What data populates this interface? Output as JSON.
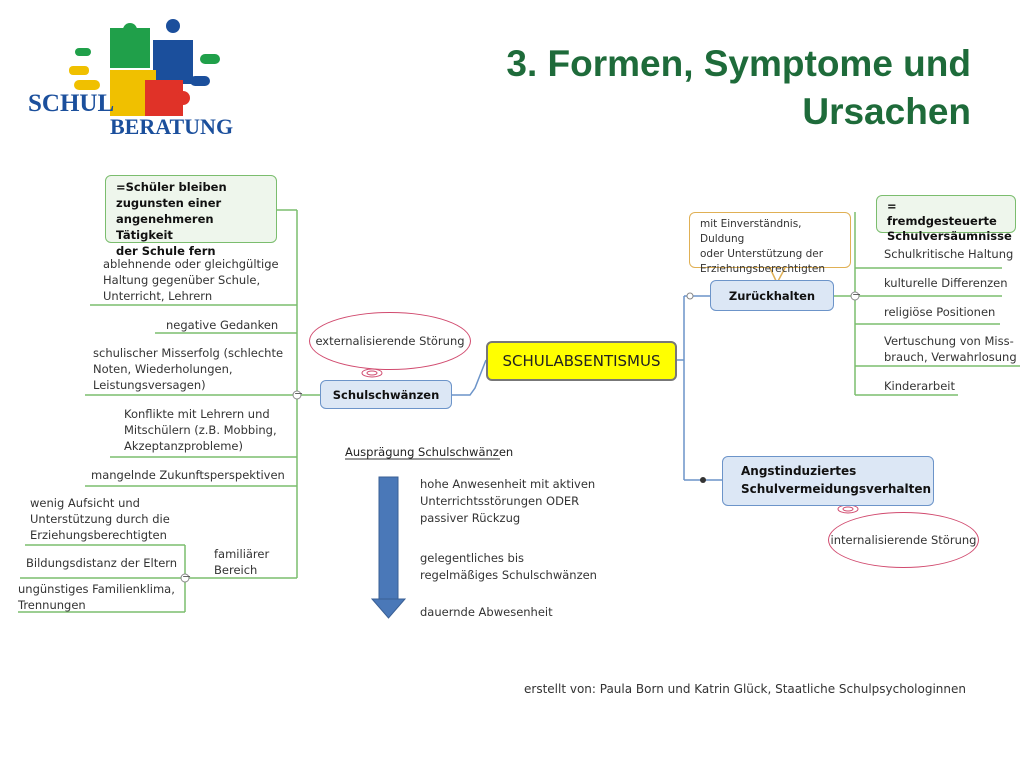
{
  "logo": {
    "line1": "SCHUL",
    "line2": "BERATUNG"
  },
  "title": {
    "line1": "3. Formen, Symptome und",
    "line2": "Ursachen"
  },
  "center": "SCHULABSENTISMUS",
  "schulschwaenzen": {
    "label": "Schulschwänzen",
    "definition": "=Schüler bleiben\nzugunsten einer\nangenehmeren Tätigkeit\nder Schule fern",
    "items": [
      "ablehnende oder gleichgültige\nHaltung gegenüber Schule,\nUnterricht, Lehrern",
      "negative Gedanken",
      "schulischer Misserfolg (schlechte\nNoten, Wiederholungen,\nLeistungsversagen)",
      "Konflikte mit Lehrern und\nMitschülern (z.B. Mobbing,\nAkzeptanzprobleme)",
      "mangelnde Zukunftsperspektiven"
    ],
    "familiar": {
      "label": "familiärer\nBereich",
      "items": [
        "wenig Aufsicht und\nUnterstützung durch die\nErziehungsberechtigten",
        "Bildungsdistanz der Eltern",
        "ungünstiges Familienklima,\nTrennungen"
      ]
    },
    "ellipse": "externalisierende Störung"
  },
  "auspraegung": {
    "heading": "Ausprägung Schulschwänzen",
    "levels": [
      "hohe Anwesenheit mit aktiven\n Unterrichtsstörungen ODER\npassiver Rückzug",
      "gelegentliches bis\nregelmäßiges Schulschwänzen",
      "dauernde Abwesenheit"
    ]
  },
  "zurueckhalten": {
    "label": "Zurückhalten",
    "note": "mit Einverständnis, Duldung\noder Unterstützung der\nErziehungsberechtigten",
    "definition": "= fremdgesteuerte\nSchulversäumnisse",
    "items": [
      "Schulkritische Haltung",
      "kulturelle Differenzen",
      "religiöse Positionen",
      "Vertuschung von Miss-\nbrauch, Verwahrlosung",
      "Kinderarbeit"
    ]
  },
  "angst": {
    "label": "Angstinduziertes\nSchulvermeidungsverhalten",
    "ellipse": "internalisierende Störung"
  },
  "credit": "erstellt von: Paula Born und Katrin Glück, Staatliche Schulpsychologinnen",
  "colors": {
    "title": "#1e6b3a",
    "connector": "#7bbd6e",
    "ellipse": "#d14b6f",
    "arrow": "#4a78b8"
  }
}
